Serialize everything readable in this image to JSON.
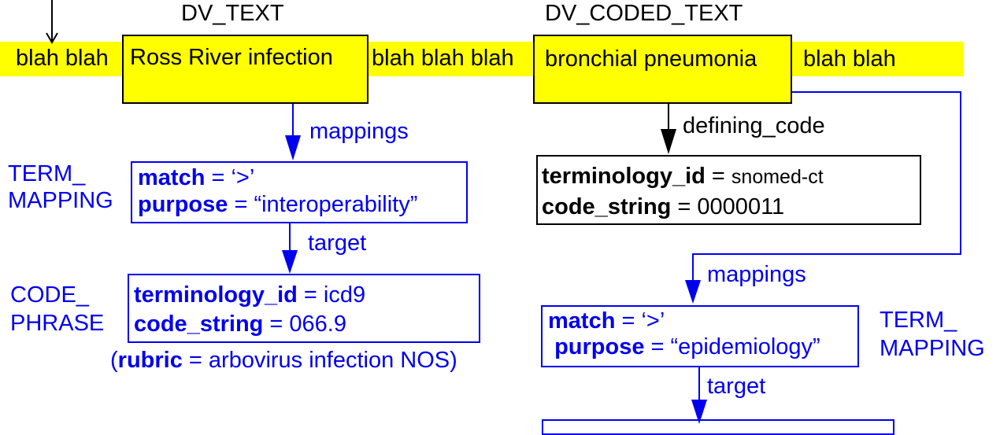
{
  "diagram": {
    "type_labels": {
      "dv_text": "DV_TEXT",
      "dv_coded_text": "DV_CODED_TEXT"
    },
    "narrative": {
      "seg1": "blah blah",
      "dv_text_value": "Ross River infection",
      "seg2": "blah blah blah",
      "dv_coded_value": "bronchial pneumonia",
      "seg3": "blah blah"
    },
    "edge_labels": {
      "mappings_left": "mappings",
      "target_left": "target",
      "defining_code": "defining_code",
      "mappings_right": "mappings",
      "target_right": "target"
    },
    "side_labels": {
      "term_mapping_left": [
        "TERM_",
        "MAPPING"
      ],
      "code_phrase_left": [
        "CODE_",
        "PHRASE"
      ],
      "term_mapping_right": [
        "TERM_",
        "MAPPING"
      ]
    },
    "term_mapping_left": {
      "match_key": "match",
      "match_value": " = ‘>’",
      "purpose_key": "purpose",
      "purpose_value": " = “interoperability”"
    },
    "code_phrase_left": {
      "terminology_key": "terminology_id",
      "terminology_value": " =  icd9",
      "code_key": "code_string",
      "code_value": " = 066.9",
      "rubric_open": "(",
      "rubric_key": "rubric",
      "rubric_value": " = arbovirus infection NOS)"
    },
    "defining_code_box": {
      "terminology_key": "terminology_id",
      "terminology_eq": " = ",
      "terminology_value": " snomed-ct",
      "code_key": "code_string",
      "code_value": " = 0000011"
    },
    "term_mapping_right": {
      "match_key": "match",
      "match_value": " = ‘>’",
      "purpose_key": "purpose",
      "purpose_value": " = “epidemiology”"
    },
    "colors": {
      "highlight": "#ffff00",
      "mapping_blue": "#0000ee",
      "structure_black": "#000000"
    }
  }
}
